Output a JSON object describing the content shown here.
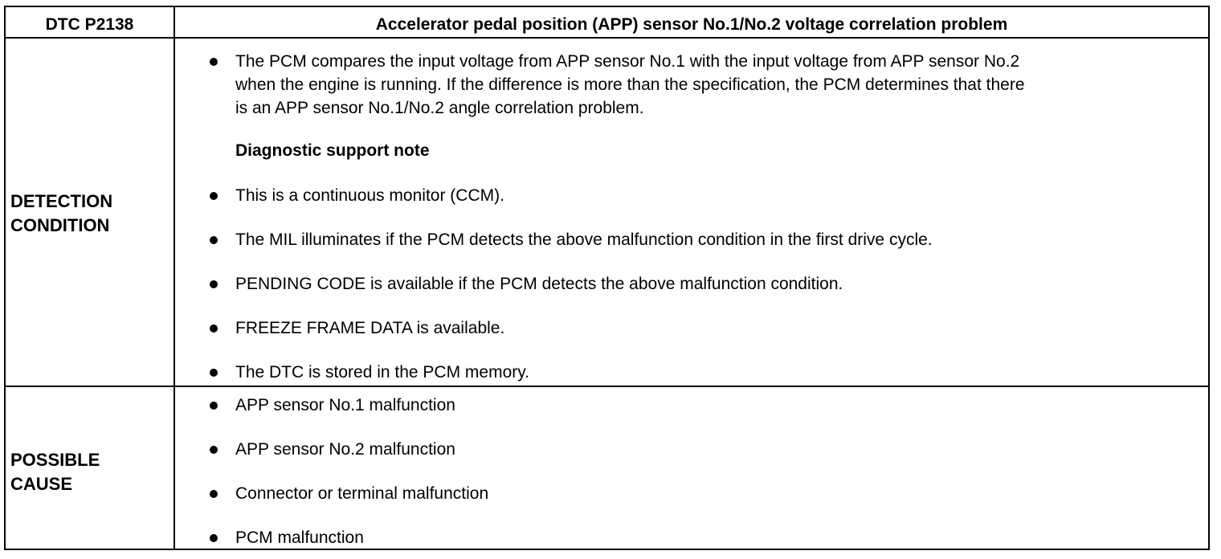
{
  "header": {
    "code": "DTC P2138",
    "title": "Accelerator pedal position (APP) sensor No.1/No.2 voltage correlation problem"
  },
  "detection": {
    "label_line1": "DETECTION",
    "label_line2": "CONDITION",
    "intro_line1": "The PCM compares the input voltage from APP sensor No.1 with the input voltage from APP sensor No.2",
    "intro_line2": "when the engine is running. If the difference is more than the specification, the PCM determines that there",
    "intro_line3": "is an APP sensor No.1/No.2 angle correlation problem.",
    "note_heading": "Diagnostic support note",
    "notes": [
      "This is a continuous monitor (CCM).",
      "The MIL illuminates if the PCM detects the above malfunction condition in the first drive cycle.",
      "PENDING CODE is available if the PCM detects the above malfunction condition.",
      "FREEZE FRAME DATA is available.",
      "The DTC is stored in the PCM memory."
    ]
  },
  "causes": {
    "label_line1": "POSSIBLE",
    "label_line2": "CAUSE",
    "items": [
      "APP sensor No.1 malfunction",
      "APP sensor No.2 malfunction",
      "Connector or terminal malfunction",
      "PCM malfunction"
    ]
  }
}
